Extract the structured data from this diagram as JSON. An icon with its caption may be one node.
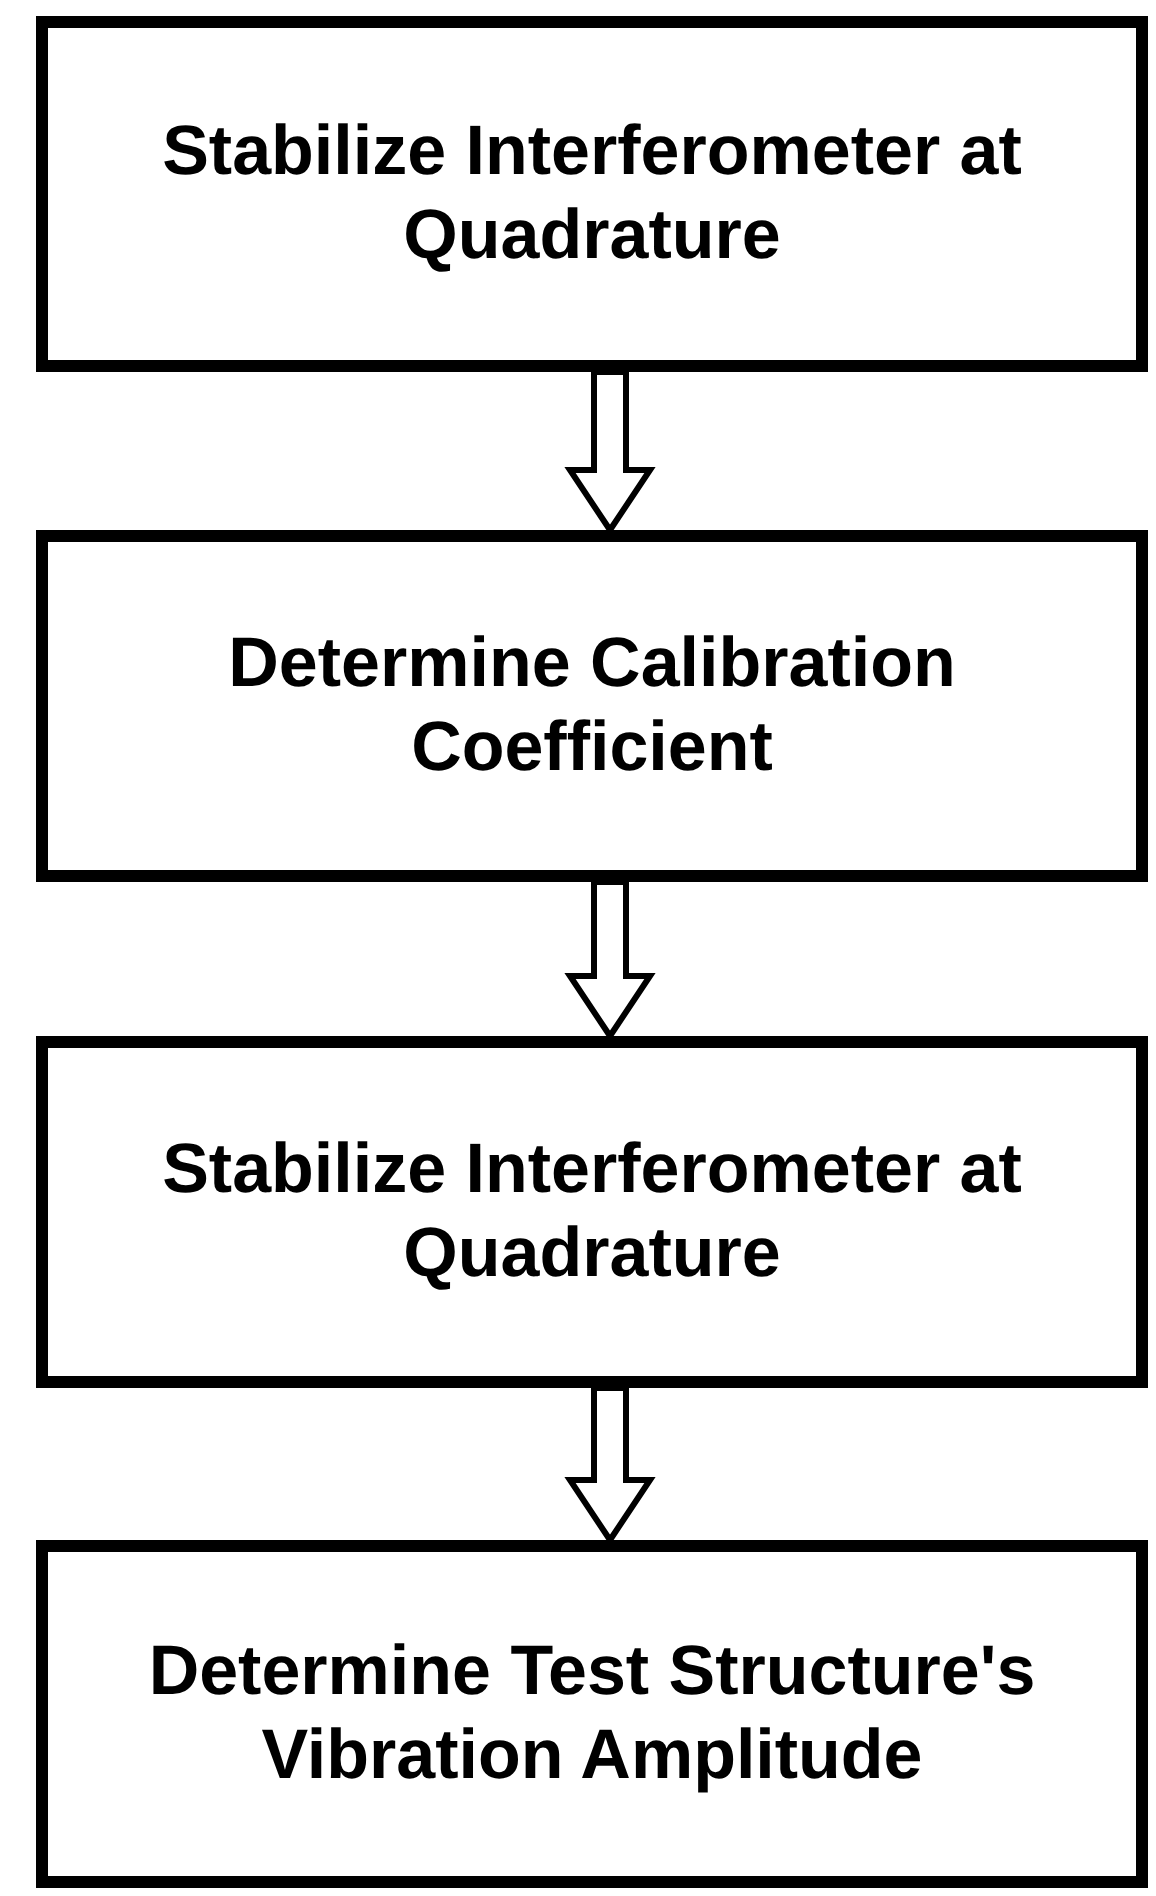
{
  "diagram": {
    "nodes": [
      {
        "text": [
          "Stabilize Interferometer at Quadrature"
        ]
      },
      {
        "text": [
          "Determine Calibration Coefficient"
        ]
      },
      {
        "text": [
          "Stabilize Interferometer at Quadrature"
        ]
      },
      {
        "text": [
          "Determine Test Structure's Vibration Amplitude"
        ]
      }
    ],
    "edges": [
      {
        "from": 0,
        "to": 1,
        "arrow": "to"
      },
      {
        "from": 1,
        "to": 2,
        "arrow": "to"
      },
      {
        "from": 2,
        "to": 3,
        "arrow": "to"
      }
    ]
  }
}
